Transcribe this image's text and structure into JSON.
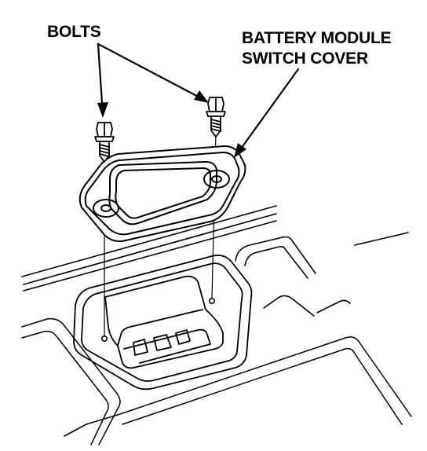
{
  "labels": {
    "bolts": "BOLTS",
    "cover_line1": "BATTERY MODULE",
    "cover_line2": "SWITCH COVER"
  },
  "colors": {
    "ink": "#000000",
    "paper": "#ffffff"
  }
}
